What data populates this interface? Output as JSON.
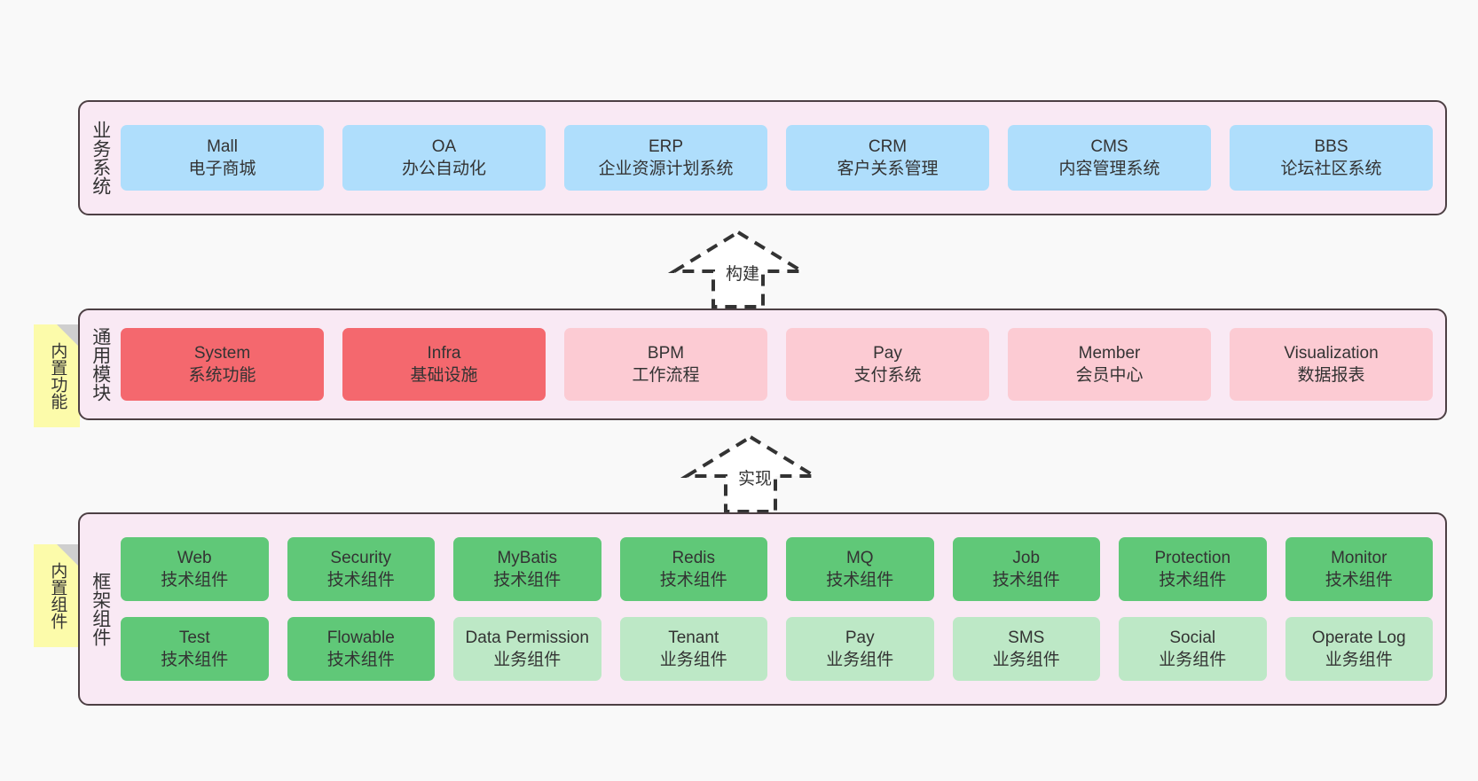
{
  "diagram": {
    "title_hidden": "",
    "background": "#f9f9f9",
    "layers": [
      {
        "id": "business",
        "title": "业务系统",
        "rows": [
          {
            "cards": [
              {
                "name": "Mall",
                "desc": "电子商城",
                "color": "#afdefc"
              },
              {
                "name": "OA",
                "desc": "办公自动化",
                "color": "#afdefc"
              },
              {
                "name": "ERP",
                "desc": "企业资源计划系统",
                "color": "#afdefc"
              },
              {
                "name": "CRM",
                "desc": "客户关系管理",
                "color": "#afdefc"
              },
              {
                "name": "CMS",
                "desc": "内容管理系统",
                "color": "#afdefc"
              },
              {
                "name": "BBS",
                "desc": "论坛社区系统",
                "color": "#afdefc"
              }
            ]
          }
        ]
      },
      {
        "id": "common-modules",
        "title": "通用模块",
        "sticky": "内置功能",
        "rows": [
          {
            "cards": [
              {
                "name": "System",
                "desc": "系统功能",
                "color": "#f4686e"
              },
              {
                "name": "Infra",
                "desc": "基础设施",
                "color": "#f4686e"
              },
              {
                "name": "BPM",
                "desc": "工作流程",
                "color": "#fccbd3"
              },
              {
                "name": "Pay",
                "desc": "支付系统",
                "color": "#fccbd3"
              },
              {
                "name": "Member",
                "desc": "会员中心",
                "color": "#fccbd3"
              },
              {
                "name": "Visualization",
                "desc": "数据报表",
                "color": "#fccbd3"
              }
            ]
          }
        ]
      },
      {
        "id": "framework-components",
        "title": "框架组件",
        "sticky": "内置组件",
        "rows": [
          {
            "cards": [
              {
                "name": "Web",
                "desc": "技术组件",
                "color": "#60c878"
              },
              {
                "name": "Security",
                "desc": "技术组件",
                "color": "#60c878"
              },
              {
                "name": "MyBatis",
                "desc": "技术组件",
                "color": "#60c878"
              },
              {
                "name": "Redis",
                "desc": "技术组件",
                "color": "#60c878"
              },
              {
                "name": "MQ",
                "desc": "技术组件",
                "color": "#60c878"
              },
              {
                "name": "Job",
                "desc": "技术组件",
                "color": "#60c878"
              },
              {
                "name": "Protection",
                "desc": "技术组件",
                "color": "#60c878"
              },
              {
                "name": "Monitor",
                "desc": "技术组件",
                "color": "#60c878"
              }
            ]
          },
          {
            "cards": [
              {
                "name": "Test",
                "desc": "技术组件",
                "color": "#60c878"
              },
              {
                "name": "Flowable",
                "desc": "技术组件",
                "color": "#60c878"
              },
              {
                "name": "Data Permission",
                "desc": "业务组件",
                "color": "#bde8c6"
              },
              {
                "name": "Tenant",
                "desc": "业务组件",
                "color": "#bde8c6"
              },
              {
                "name": "Pay",
                "desc": "业务组件",
                "color": "#bde8c6"
              },
              {
                "name": "SMS",
                "desc": "业务组件",
                "color": "#bde8c6"
              },
              {
                "name": "Social",
                "desc": "业务组件",
                "color": "#bde8c6"
              },
              {
                "name": "Operate Log",
                "desc": "业务组件",
                "color": "#bde8c6"
              }
            ]
          }
        ]
      }
    ],
    "connectors": [
      {
        "id": "build",
        "label": "构建",
        "from": "common-modules",
        "to": "business"
      },
      {
        "id": "implement",
        "label": "实现",
        "from": "framework-components",
        "to": "common-modules"
      }
    ]
  }
}
